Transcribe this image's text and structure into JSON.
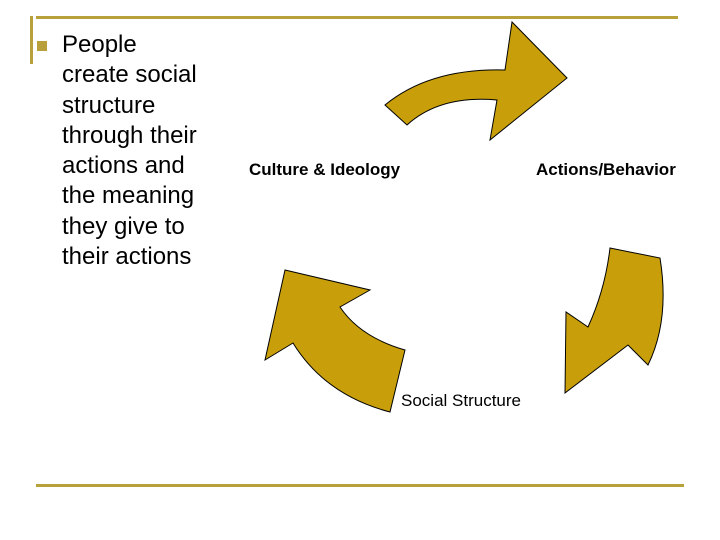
{
  "slide": {
    "bullet_text": "People\ncreate social\nstructure\nthrough their\nactions and\nthe meaning\nthey give to\ntheir actions",
    "colors": {
      "accent_rule": "#b8a03a",
      "arrow_fill": "#c89f0a",
      "arrow_stroke": "#000000"
    }
  },
  "diagram": {
    "nodes": {
      "culture": "Culture & Ideology",
      "actions": "Actions/Behavior",
      "social": "Social Structure"
    },
    "edges": [
      {
        "from": "culture",
        "to": "actions"
      },
      {
        "from": "actions",
        "to": "social"
      },
      {
        "from": "social",
        "to": "culture"
      }
    ]
  }
}
